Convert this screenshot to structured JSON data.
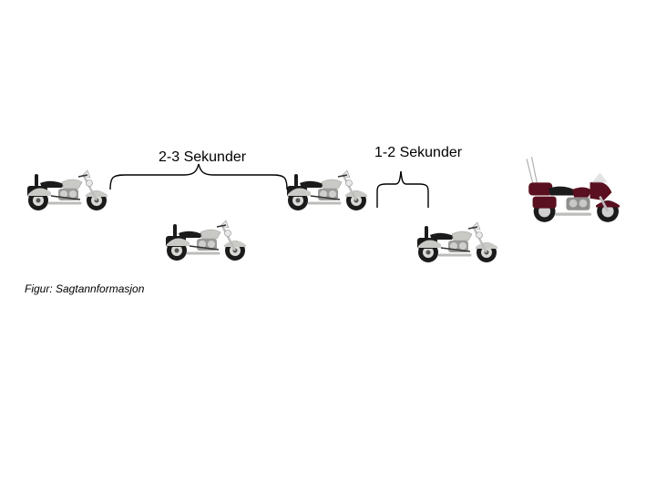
{
  "labels": {
    "gap_large": "2-3 Sekunder",
    "gap_small": "1-2 Sekunder"
  },
  "caption": "Figur: Sagtannformasjon",
  "colors": {
    "silver_bike": "#c9c9c6",
    "black_trim": "#1b1b1b",
    "touring_bike": "#5a1020"
  }
}
